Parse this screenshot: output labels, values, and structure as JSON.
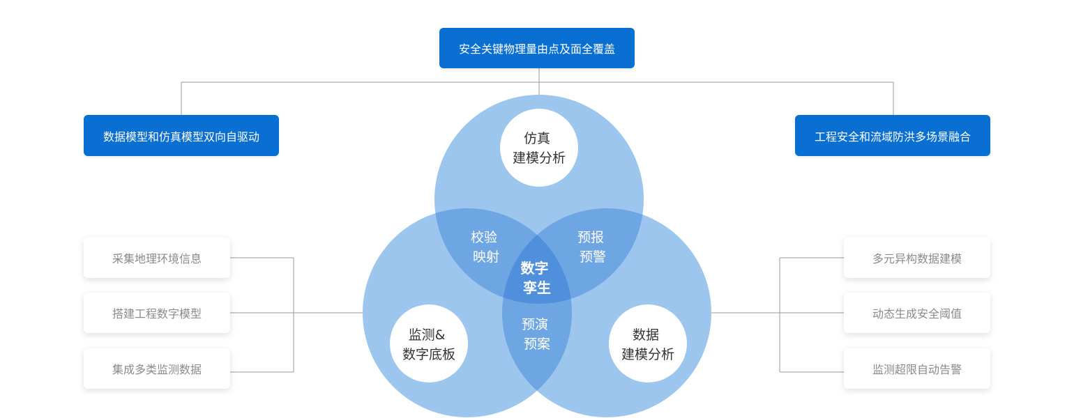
{
  "top": {
    "label": "安全关键物理量由点及面全覆盖"
  },
  "left_goal": {
    "label": "数据模型和仿真模型双向自驱动"
  },
  "right_goal": {
    "label": "工程安全和流域防洪多场景融合"
  },
  "left_items": [
    {
      "label": "采集地理环境信息"
    },
    {
      "label": "搭建工程数字模型"
    },
    {
      "label": "集成多类监测数据"
    }
  ],
  "right_items": [
    {
      "label": "多元异构数据建模"
    },
    {
      "label": "动态生成安全阈值"
    },
    {
      "label": "监测超限自动告警"
    }
  ],
  "venn": {
    "top_circle": [
      "仿真",
      "建模分析"
    ],
    "left_circle": [
      "监测&",
      "数字底板"
    ],
    "right_circle": [
      "数据",
      "建模分析"
    ],
    "overlap_top_left": [
      "校验",
      "映射"
    ],
    "overlap_top_right": [
      "预报",
      "预警"
    ],
    "overlap_bottom": [
      "预演",
      "预案"
    ],
    "center": [
      "数字",
      "孪生"
    ]
  },
  "colors": {
    "box_blue": "#0a6fd2",
    "circle_fill": "#9cc6ee",
    "overlap_fill": "#6ea5e3",
    "center_fill": "#4f8fdc",
    "connector": "#9a9a9a",
    "item_text": "#8a8a8a"
  }
}
